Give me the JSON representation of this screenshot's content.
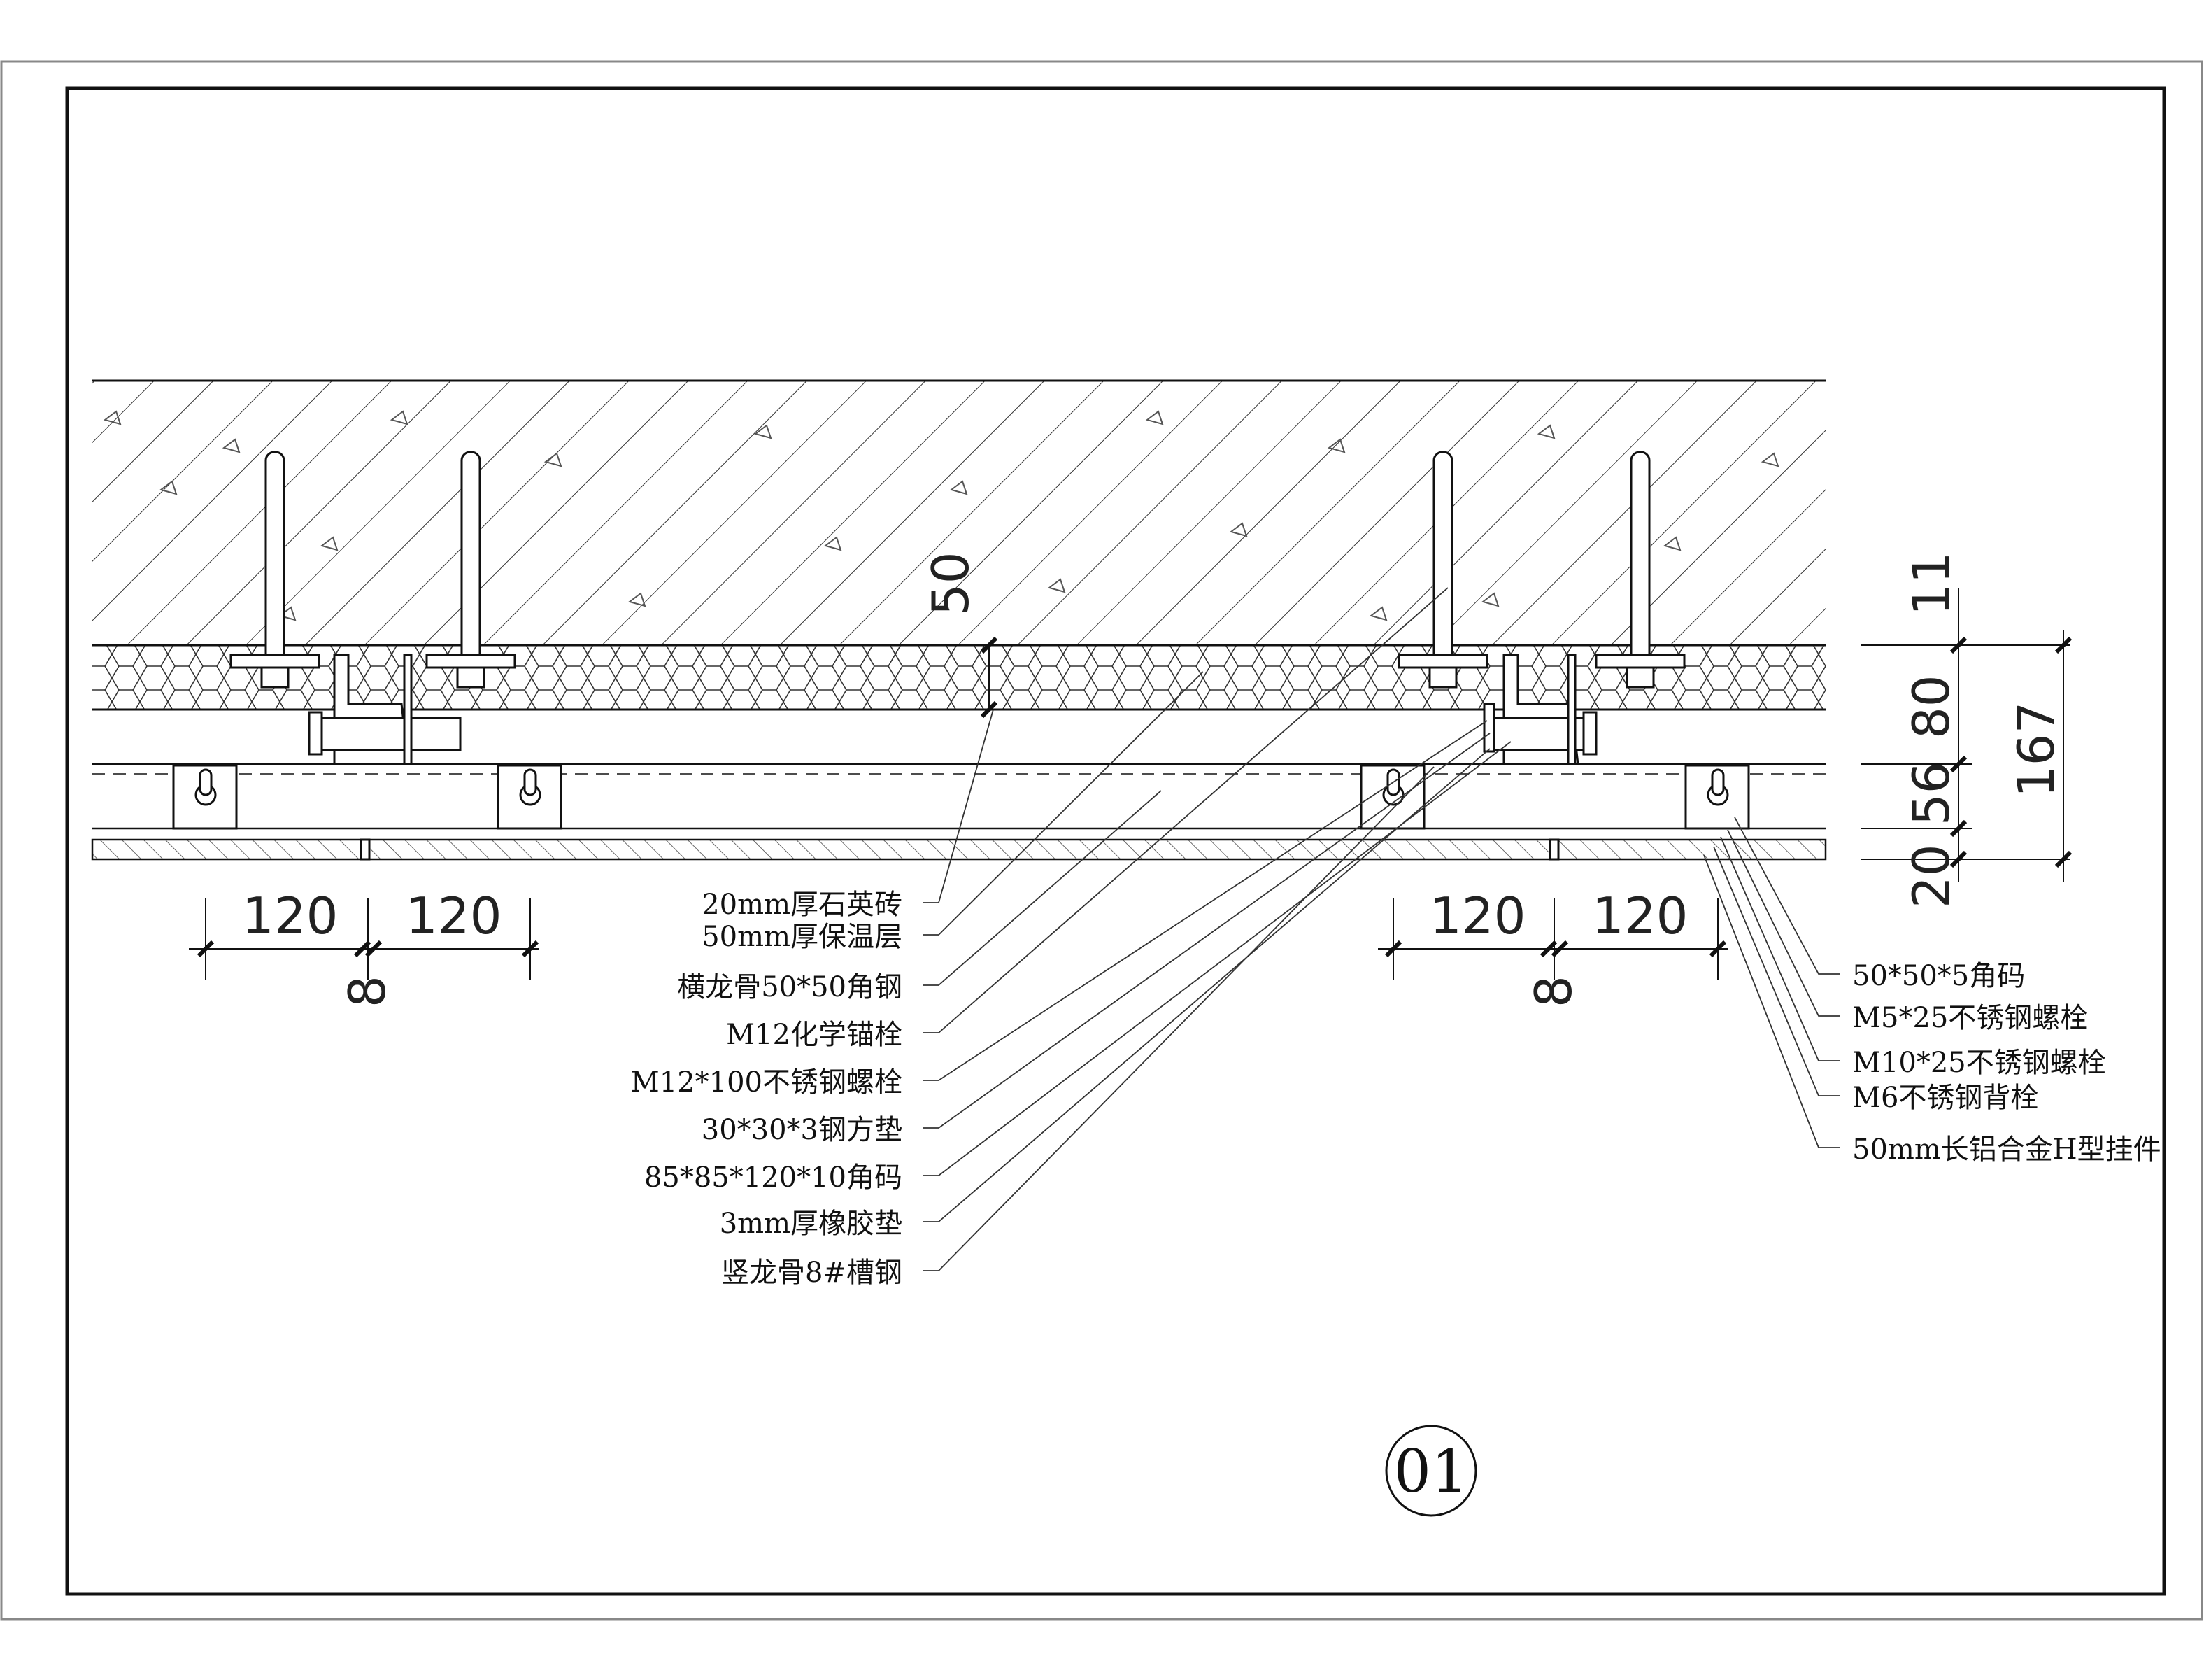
{
  "drawing": {
    "frame_number": "01",
    "stone_thickness_label": "50",
    "dimensions_vertical": [
      "11",
      "80",
      "56",
      "20"
    ],
    "dimension_total": "167",
    "dimensions_horizontal": {
      "left": [
        "120",
        "120"
      ],
      "right": [
        "120",
        "120"
      ],
      "marker": "8"
    },
    "labels_left": [
      "20mm厚石英砖",
      "50mm厚保温层",
      "横龙骨50*50角钢",
      "M12化学锚栓",
      "M12*100不锈钢螺栓",
      "30*30*3钢方垫",
      "85*85*120*10角码",
      "3mm厚橡胶垫",
      "竖龙骨8#槽钢"
    ],
    "labels_right": [
      "50*50*5角码",
      "M5*25不锈钢螺栓",
      "M10*25不锈钢螺栓",
      "M6不锈钢背栓",
      "50mm长铝合金H型挂件"
    ]
  }
}
